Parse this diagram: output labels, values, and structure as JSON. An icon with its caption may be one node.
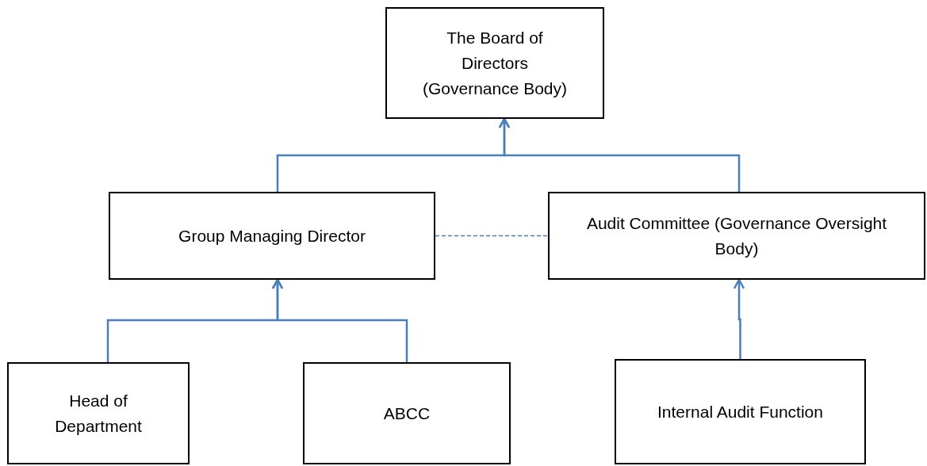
{
  "diagram": {
    "nodes": [
      {
        "text": [
          "The Board of Directors (Governance Body)"
        ]
      },
      {
        "text": [
          "Group Managing Director"
        ]
      },
      {
        "text": [
          "Audit Committee (Governance Oversight Body)"
        ]
      },
      {
        "text": [
          "Head of Department"
        ]
      },
      {
        "text": [
          "ABCC"
        ]
      },
      {
        "text": [
          "Internal Audit Function"
        ]
      }
    ],
    "edges": [
      {
        "from": 1,
        "to": 0,
        "arrow": "to"
      },
      {
        "from": 2,
        "to": 0,
        "arrow": "to"
      },
      {
        "from": 1,
        "to": 2,
        "arrow": "none",
        "style": "dashed"
      },
      {
        "from": 3,
        "to": 1,
        "arrow": "to"
      },
      {
        "from": 4,
        "to": 1,
        "arrow": "to"
      },
      {
        "from": 5,
        "to": 2,
        "arrow": "to"
      }
    ]
  }
}
